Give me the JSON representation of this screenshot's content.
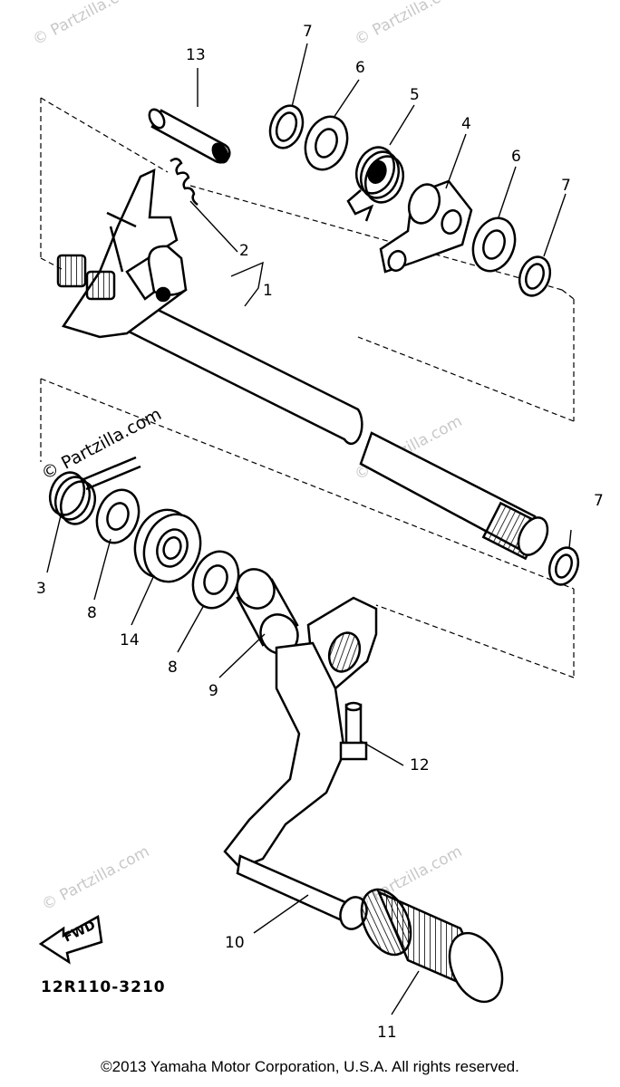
{
  "watermark": "© Partzilla.com",
  "callouts": {
    "c1": "1",
    "c2": "2",
    "c3": "3",
    "c4": "4",
    "c5": "5",
    "c6a": "6",
    "c6b": "6",
    "c7a": "7",
    "c7b": "7",
    "c7c": "7",
    "c8a": "8",
    "c8b": "8",
    "c9": "9",
    "c10": "10",
    "c11": "11",
    "c12": "12",
    "c13": "13",
    "c14": "14"
  },
  "direction_label": "FWD",
  "diagram_code": "12R110-3210",
  "copyright": "©2013 Yamaha Motor Corporation, U.S.A. All rights reserved."
}
